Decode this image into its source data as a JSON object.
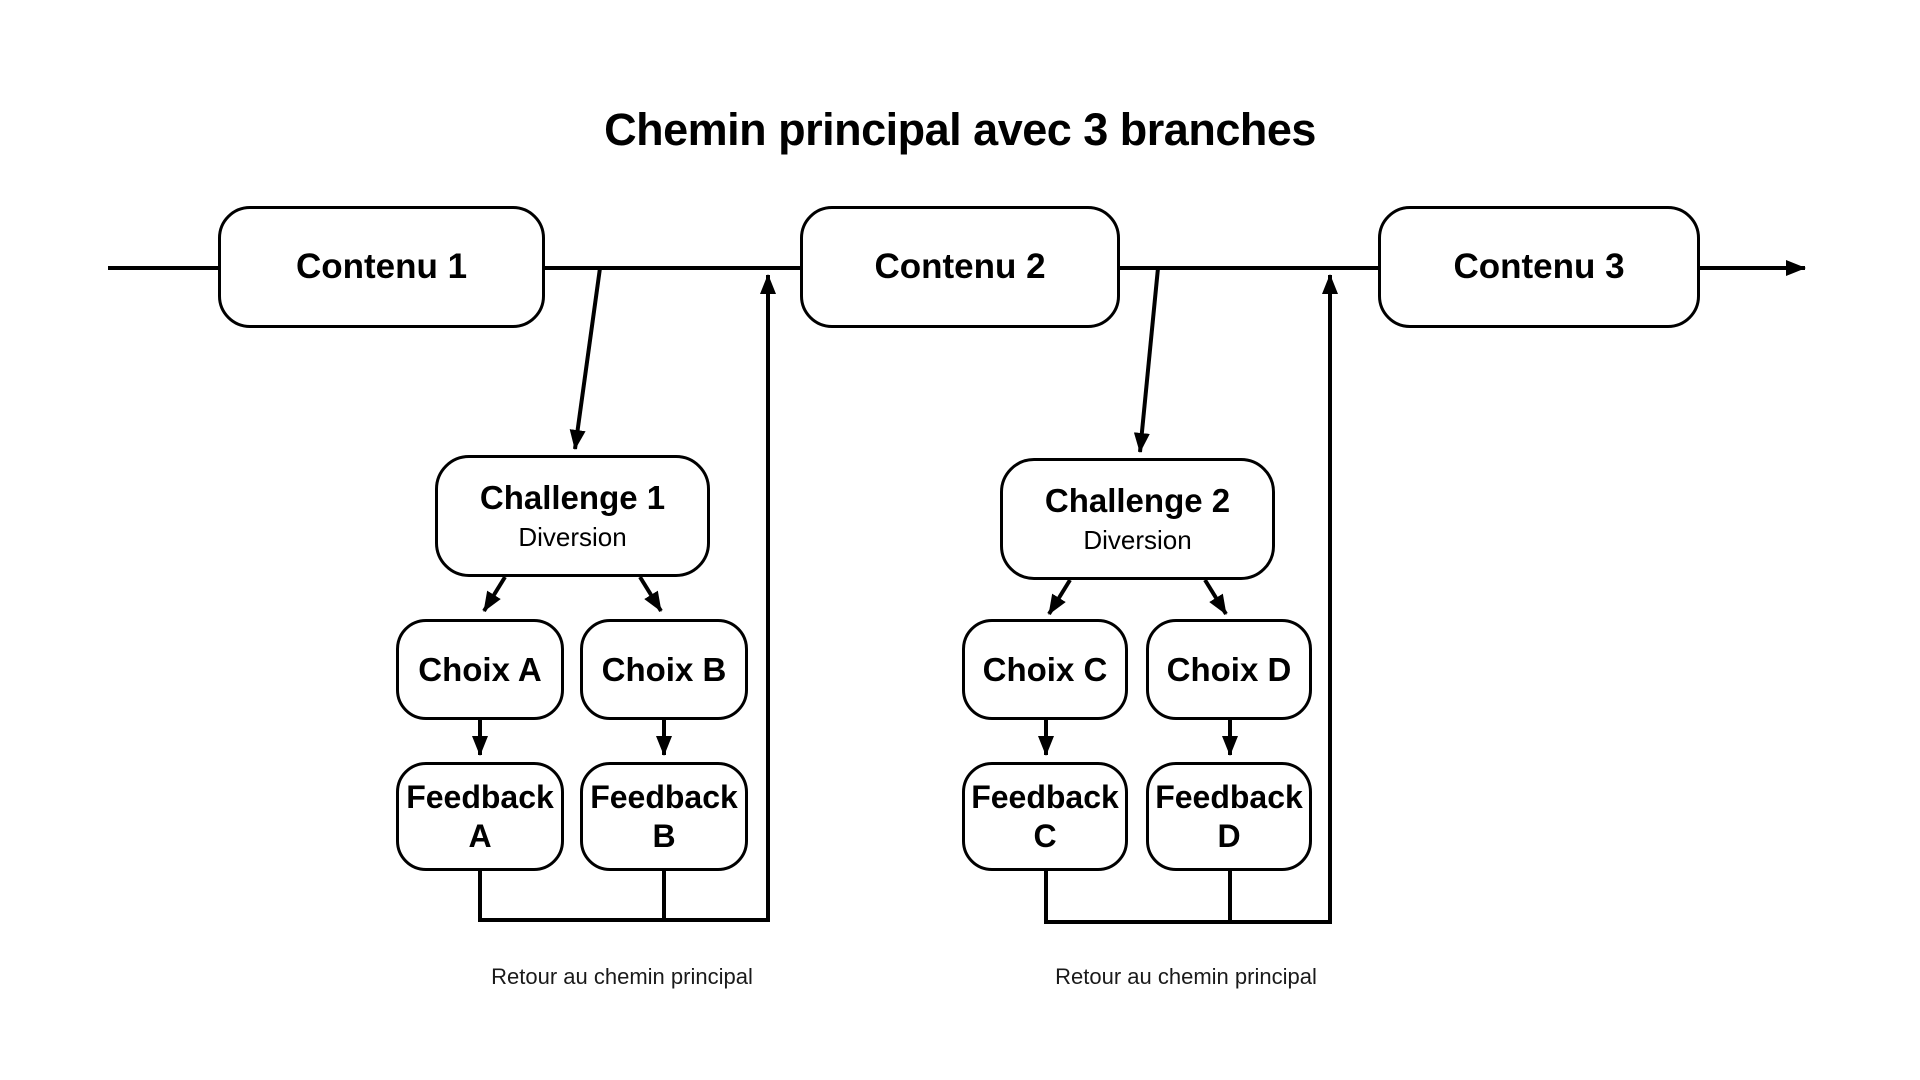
{
  "title": "Chemin principal avec 3 branches",
  "colors": {
    "line": "#000000",
    "box_border": "#000000",
    "box_fill": "#ffffff",
    "text": "#000000",
    "background": "#ffffff"
  },
  "main_path": {
    "nodes": [
      {
        "id": "contenu-1",
        "label": "Contenu 1"
      },
      {
        "id": "contenu-2",
        "label": "Contenu 2"
      },
      {
        "id": "contenu-3",
        "label": "Contenu 3"
      }
    ]
  },
  "branches": [
    {
      "challenge": {
        "title": "Challenge 1",
        "subtitle": "Diversion"
      },
      "choices": [
        {
          "label": "Choix A"
        },
        {
          "label": "Choix B"
        }
      ],
      "feedbacks": [
        {
          "name": "Feedback",
          "letter": "A"
        },
        {
          "name": "Feedback",
          "letter": "B"
        }
      ],
      "return_label": "Retour au chemin principal"
    },
    {
      "challenge": {
        "title": "Challenge 2",
        "subtitle": "Diversion"
      },
      "choices": [
        {
          "label": "Choix C"
        },
        {
          "label": "Choix D"
        }
      ],
      "feedbacks": [
        {
          "name": "Feedback",
          "letter": "C"
        },
        {
          "name": "Feedback",
          "letter": "D"
        }
      ],
      "return_label": "Retour au chemin principal"
    }
  ]
}
